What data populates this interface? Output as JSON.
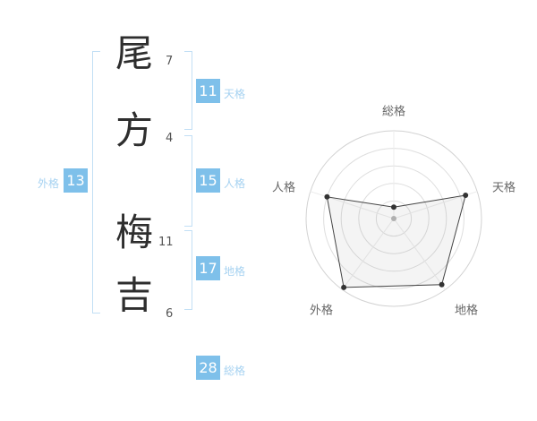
{
  "name": {
    "chars": [
      {
        "char": "尾",
        "strokes": "7"
      },
      {
        "char": "方",
        "strokes": "4"
      },
      {
        "char": "梅",
        "strokes": "11"
      },
      {
        "char": "吉",
        "strokes": "6"
      }
    ]
  },
  "kaku": {
    "tenkaku": {
      "label": "天格",
      "value": "11"
    },
    "jinkaku": {
      "label": "人格",
      "value": "15"
    },
    "chikaku": {
      "label": "地格",
      "value": "17"
    },
    "gaikaku": {
      "label": "外格",
      "value": "13"
    },
    "soukaku": {
      "label": "総格",
      "value": "28"
    }
  },
  "colors": {
    "box_blue": "#7ec0ea",
    "label_blue": "#a6d2f1",
    "bracket_blue": "#c2dff5",
    "char_dark": "#2e2e2e",
    "stroke_gray": "#555555",
    "ring_gray": "#dedede",
    "polygon_stroke": "#444444",
    "point_dark": "#333333",
    "center_dot": "#b0b0b0"
  },
  "chart_data": {
    "type": "radar",
    "axes": [
      "総格",
      "天格",
      "地格",
      "外格",
      "人格"
    ],
    "values": [
      28,
      11,
      17,
      13,
      15
    ],
    "plot_fractions": [
      0.13,
      0.86,
      0.93,
      0.97,
      0.8
    ],
    "rings": 5,
    "legend": "none",
    "grid": "concentric-circles"
  }
}
